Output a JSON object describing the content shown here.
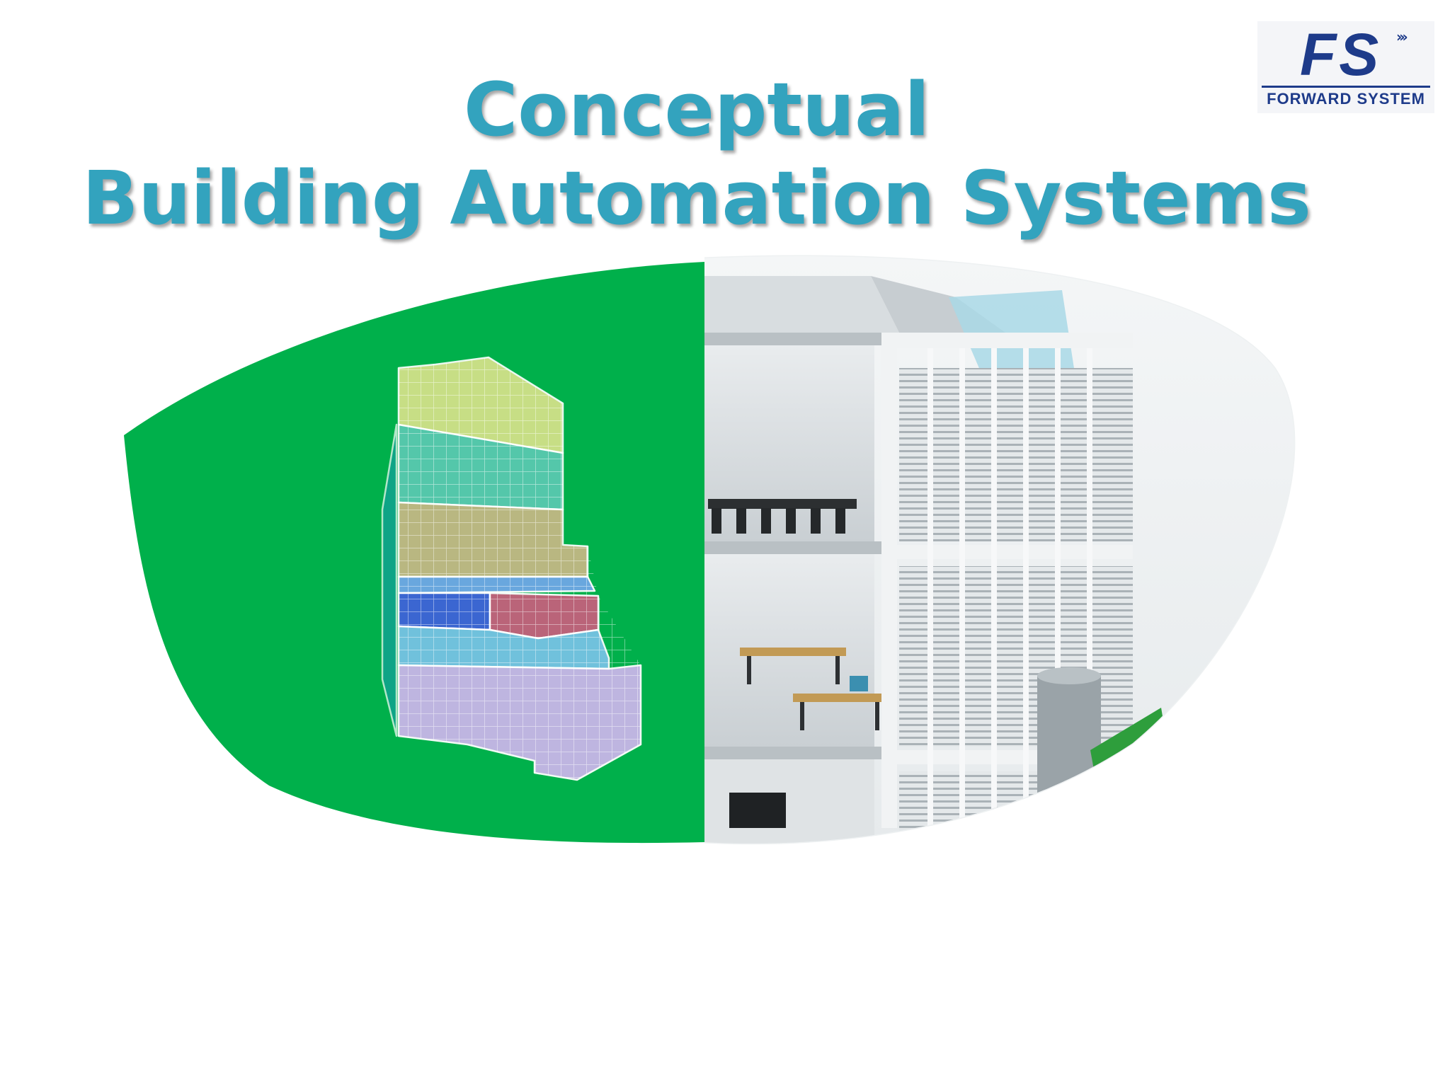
{
  "slide": {
    "title_line1": "Conceptual",
    "title_line2": "Building Automation Systems"
  },
  "logo": {
    "mark": "FS",
    "name": "FORWARD SYSTEM"
  },
  "colors": {
    "title": "#33A3BE",
    "green": "#00B04B",
    "logo_navy": "#1E3B8A"
  },
  "illustrations": {
    "left": "conceptual-building-model",
    "right": "office-building-cutaway"
  }
}
